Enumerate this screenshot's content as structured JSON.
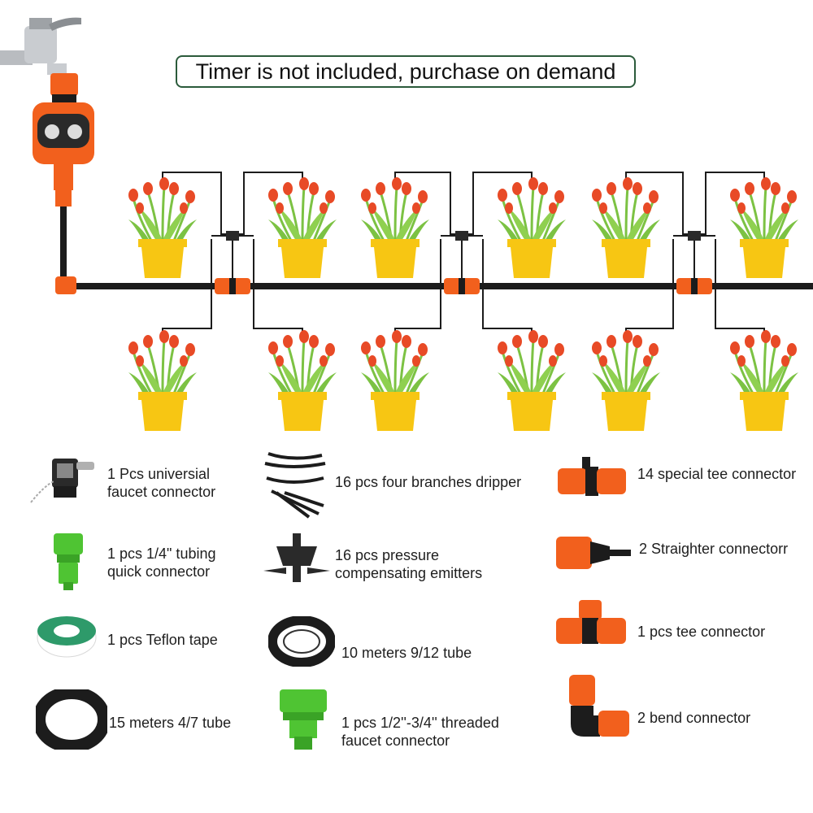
{
  "notice": "Timer is not included, purchase on demand",
  "colors": {
    "orange": "#f2601d",
    "black": "#1c1c1c",
    "pot": "#f7c613",
    "tulip": "#e84a26",
    "leaf": "#7cc243",
    "green_connector": "#4fc433",
    "border": "#2b5b3b"
  },
  "items": [
    {
      "icon": "faucet-connector-icon",
      "line1": "1 Pcs universial",
      "line2": "faucet connector"
    },
    {
      "icon": "quick-connector-icon",
      "line1": "1 pcs 1/4\" tubing",
      "line2": "quick connector"
    },
    {
      "icon": "teflon-tape-icon",
      "line1": "1 pcs Teflon tape",
      "line2": ""
    },
    {
      "icon": "tube-coil-small-icon",
      "line1": "15 meters 4/7 tube",
      "line2": ""
    },
    {
      "icon": "dripper-icon",
      "line1": "16 pcs four branches dripper",
      "line2": ""
    },
    {
      "icon": "emitter-icon",
      "line1": "16 pcs pressure",
      "line2": "compensating emitters"
    },
    {
      "icon": "tube-coil-large-icon",
      "line1": "10 meters 9/12 tube",
      "line2": ""
    },
    {
      "icon": "threaded-connector-icon",
      "line1": "1 pcs 1/2''-3/4'' threaded",
      "line2": "faucet connector"
    },
    {
      "icon": "special-tee-icon",
      "line1": "14 special tee connector",
      "line2": ""
    },
    {
      "icon": "straight-connector-icon",
      "line1": "2 Straighter connectorr",
      "line2": ""
    },
    {
      "icon": "tee-connector-icon",
      "line1": "1 pcs tee connector",
      "line2": ""
    },
    {
      "icon": "bend-connector-icon",
      "line1": "2 bend connector",
      "line2": ""
    }
  ]
}
